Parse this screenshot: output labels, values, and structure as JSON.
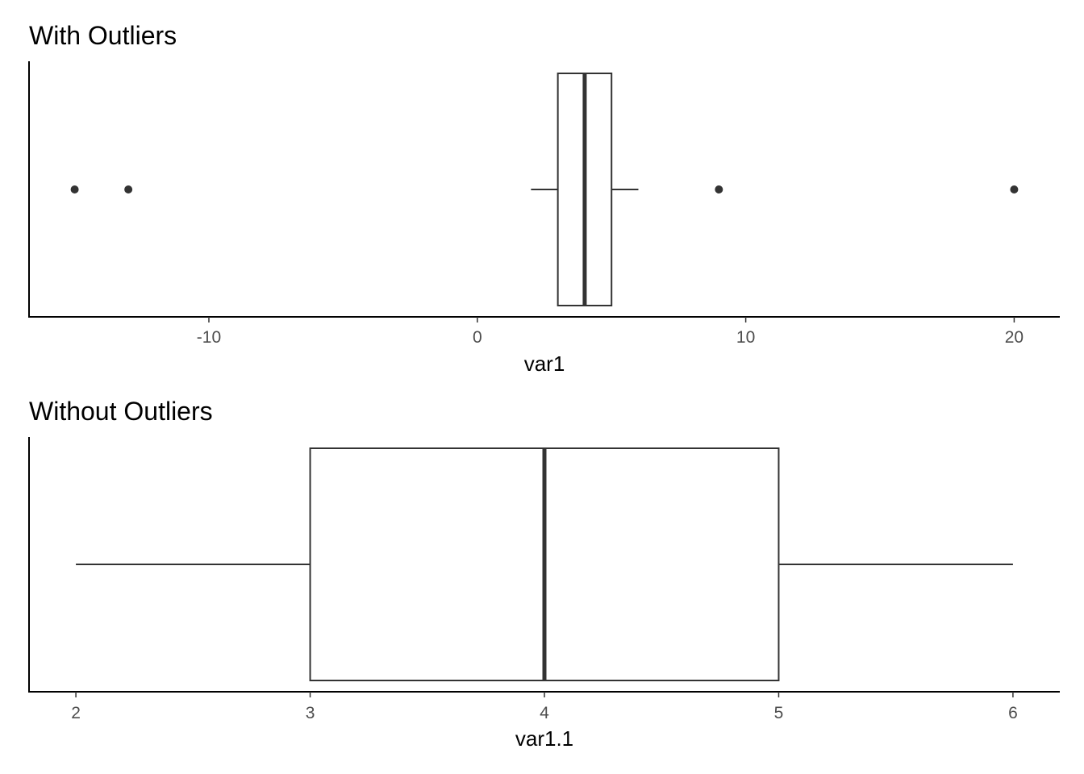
{
  "colors": {
    "background": "#ffffff",
    "box_stroke": "#333333",
    "median_stroke": "#333333",
    "outlier_fill": "#333333",
    "axis_line": "#000000",
    "tick_label": "#4d4d4d",
    "title_text": "#000000"
  },
  "chart_data": [
    {
      "type": "boxplot",
      "orientation": "horizontal",
      "title": "With Outliers",
      "xlabel": "var1",
      "ylabel": "",
      "xlim": [
        -16.7,
        21.7
      ],
      "ticks": [
        -10,
        0,
        10,
        20
      ],
      "tick_labels": [
        "-10",
        "0",
        "10",
        "20"
      ],
      "grid": false,
      "legend": "none",
      "box": {
        "whisker_low": 2,
        "q1": 3,
        "median": 4,
        "q3": 5,
        "whisker_high": 6
      },
      "outliers": [
        -15,
        -13,
        9,
        20
      ]
    },
    {
      "type": "boxplot",
      "orientation": "horizontal",
      "title": "Without Outliers",
      "xlabel": "var1.1",
      "ylabel": "",
      "xlim": [
        1.8,
        6.2
      ],
      "ticks": [
        2,
        3,
        4,
        5,
        6
      ],
      "tick_labels": [
        "2",
        "3",
        "4",
        "5",
        "6"
      ],
      "grid": false,
      "legend": "none",
      "box": {
        "whisker_low": 2,
        "q1": 3,
        "median": 4,
        "q3": 5,
        "whisker_high": 6
      },
      "outliers": []
    }
  ]
}
